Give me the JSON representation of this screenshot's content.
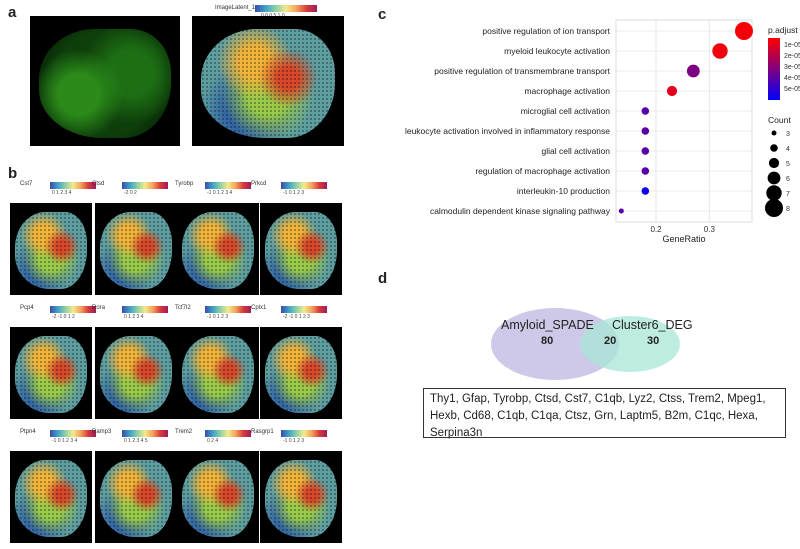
{
  "panels": {
    "a": "a",
    "b": "b",
    "c": "c",
    "d": "d"
  },
  "panel_a": {
    "colorbar_label": "ImageLatent_1",
    "colorbar_ticks": "0.0   0.5   1.0"
  },
  "panel_b": {
    "genes": [
      {
        "name": "Cst7",
        "ticks": "0  1  2  3  4"
      },
      {
        "name": "Ctsd",
        "ticks": "-2   0   2"
      },
      {
        "name": "Tyrobp",
        "ticks": "-1  0  1  2  3  4"
      },
      {
        "name": "Prkcd",
        "ticks": "-1  0  1  2  3"
      },
      {
        "name": "Pcp4",
        "ticks": "-2  -1  0  1  2"
      },
      {
        "name": "Rora",
        "ticks": "0  1  2  3  4"
      },
      {
        "name": "Tcf7l2",
        "ticks": "-1  0  1  2  3"
      },
      {
        "name": "Cplx1",
        "ticks": "-2 -1  0  1  2  3"
      },
      {
        "name": "Ptpn4",
        "ticks": "-1  0  1  2  3  4"
      },
      {
        "name": "Ramp3",
        "ticks": "0  1  2  3  4  5"
      },
      {
        "name": "Trem2",
        "ticks": "0    2    4"
      },
      {
        "name": "Rasgrp1",
        "ticks": "-1  0  1  2  3"
      }
    ]
  },
  "chart_data": {
    "type": "scatter",
    "xlabel": "GeneRatio",
    "xlim": [
      0.125,
      0.38
    ],
    "x_ticks": [
      0.2,
      0.3
    ],
    "categories": [
      "positive regulation of ion transport",
      "myeloid leukocyte activation",
      "positive regulation of transmembrane transport",
      "macrophage activation",
      "microglial cell activation",
      "leukocyte activation involved in inflammatory response",
      "glial cell activation",
      "regulation of macrophage activation",
      "interleukin-10 production",
      "calmodulin dependent kinase signaling pathway"
    ],
    "gene_ratio": [
      0.365,
      0.32,
      0.27,
      0.23,
      0.18,
      0.18,
      0.18,
      0.18,
      0.18,
      0.135
    ],
    "count": [
      8,
      7,
      6,
      5,
      4,
      4,
      4,
      4,
      4,
      3
    ],
    "p_adjust": [
      2e-06,
      3e-06,
      2.8e-05,
      6e-06,
      3.6e-05,
      3.6e-05,
      3.6e-05,
      3.6e-05,
      5.2e-05,
      3.6e-05
    ],
    "legend_color_title": "p.adjust",
    "legend_color_ticks": [
      "1e-05",
      "2e-05",
      "3e-05",
      "4e-05",
      "5e-05"
    ],
    "legend_color_range": [
      "#ff0000",
      "#0000ff"
    ],
    "legend_size_title": "Count",
    "legend_size_values": [
      3,
      4,
      5,
      6,
      7,
      8
    ],
    "grid": true
  },
  "panel_d": {
    "set_a_label": "Amyloid_SPADE",
    "set_b_label": "Cluster6_DEG",
    "only_a": "80",
    "overlap": "20",
    "only_b": "30",
    "gene_list": "Thy1, Gfap, Tyrobp, Ctsd, Cst7, C1qb, Lyz2, Ctss, Trem2, Mpeg1, Hexb, Cd68, C1qb, C1qa, Ctsz, Grn, Laptm5, B2m, C1qc, Hexa, Serpina3n",
    "colors": {
      "set_a": "#c9c3e6",
      "set_b": "#a8e6d6"
    }
  }
}
